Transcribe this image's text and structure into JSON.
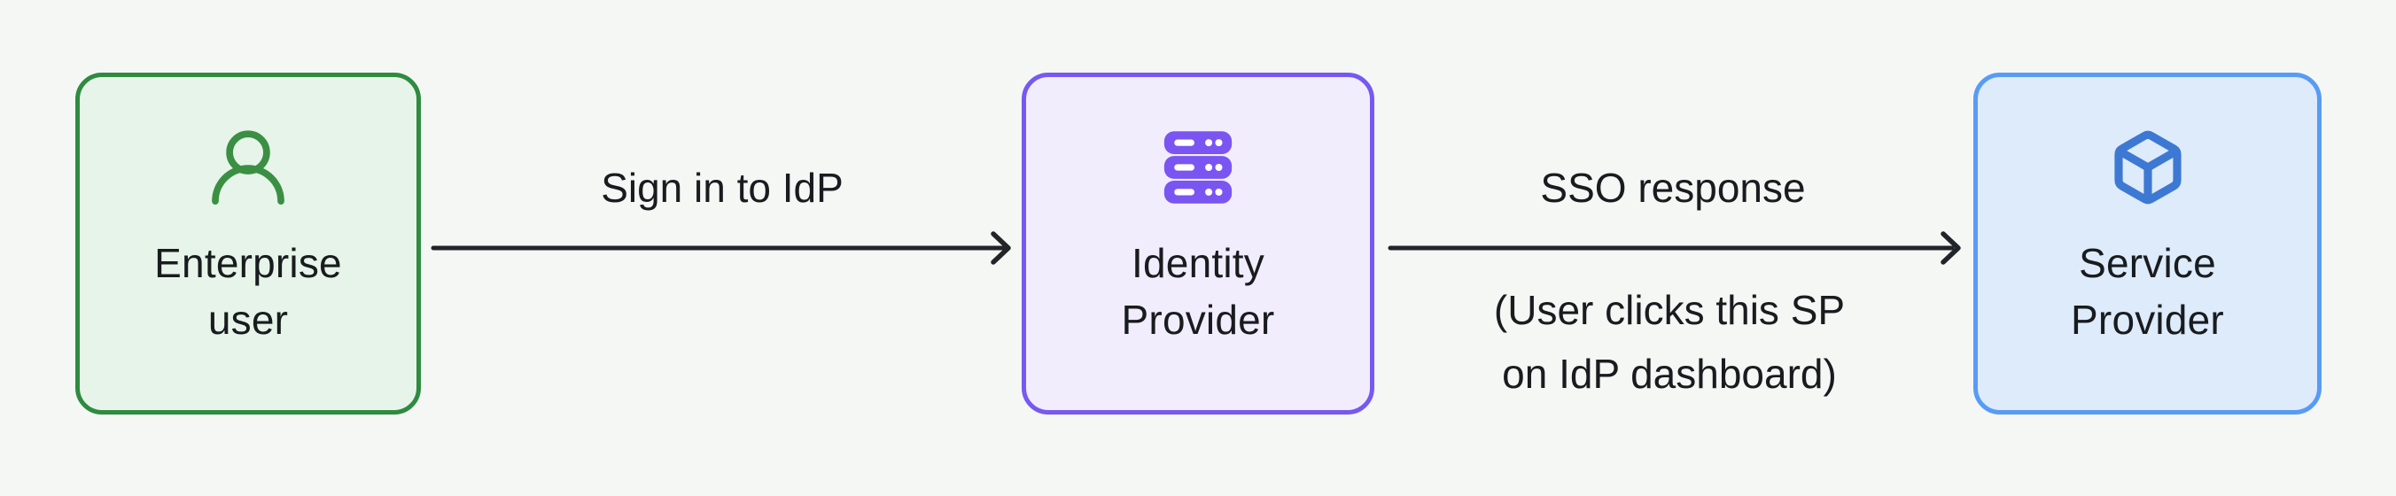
{
  "diagram": {
    "background_color": "#f5f7f5",
    "text_color": "#191c1f",
    "arrow_color": "#212529"
  },
  "nodes": [
    {
      "label_line1": "Enterprise",
      "label_line2": "user",
      "icon": "user-icon",
      "border_color": "#2e8b40",
      "fill_color": "#e7f4e9",
      "icon_color": "#3a8f43"
    },
    {
      "label_line1": "Identity",
      "label_line2": "Provider",
      "icon": "server-stack-icon",
      "border_color": "#7659f2",
      "fill_color": "#f2edfc",
      "icon_color": "#7a55f2"
    },
    {
      "label_line1": "Service",
      "label_line2": "Provider",
      "icon": "cube-icon",
      "border_color": "#589bf5",
      "fill_color": "#ddebfb",
      "icon_color": "#3d79d3"
    }
  ],
  "edges": [
    {
      "label": "Sign in to IdP",
      "sublabel_line1": "",
      "sublabel_line2": ""
    },
    {
      "label": "SSO response",
      "sublabel_line1": "(User clicks this SP",
      "sublabel_line2": "on IdP dashboard)"
    }
  ]
}
